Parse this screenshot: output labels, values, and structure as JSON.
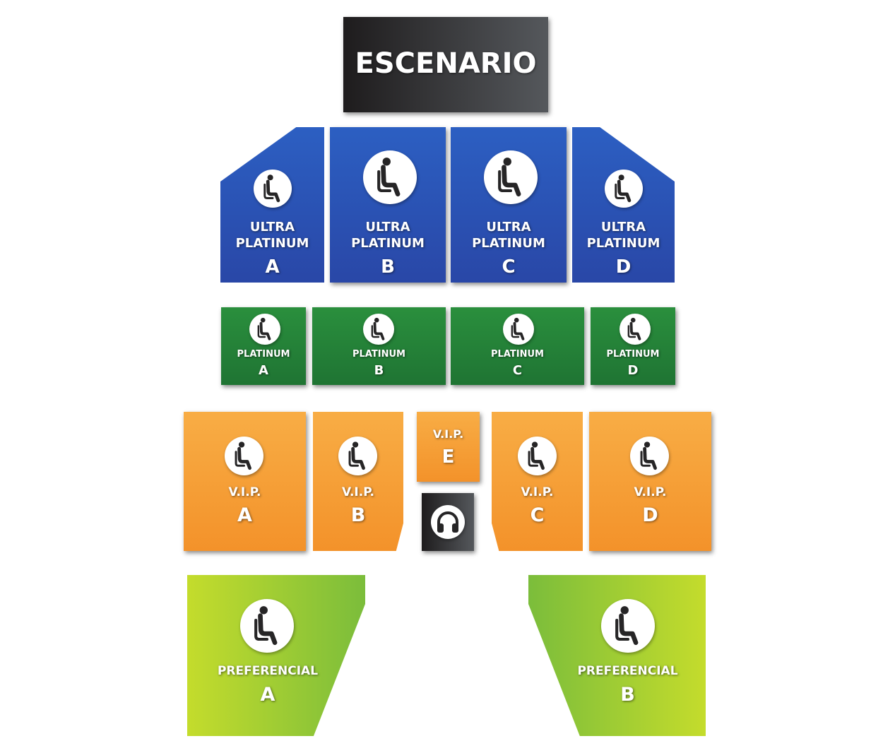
{
  "stage": {
    "label": "ESCENARIO"
  },
  "icons": {
    "seat": "seat-icon",
    "audio": "headphones-icon"
  },
  "colors": {
    "ultra_platinum": "#2a52b5",
    "platinum": "#26823a",
    "vip": "#f5a037",
    "preferencial": "#9fcb34",
    "stage": "#2f2e30"
  },
  "sections": {
    "ultra_a": {
      "line1": "ULTRA",
      "line2": "PLATINUM",
      "letter": "A"
    },
    "ultra_b": {
      "line1": "ULTRA",
      "line2": "PLATINUM",
      "letter": "B"
    },
    "ultra_c": {
      "line1": "ULTRA",
      "line2": "PLATINUM",
      "letter": "C"
    },
    "ultra_d": {
      "line1": "ULTRA",
      "line2": "PLATINUM",
      "letter": "D"
    },
    "plat_a": {
      "name": "PLATINUM",
      "letter": "A"
    },
    "plat_b": {
      "name": "PLATINUM",
      "letter": "B"
    },
    "plat_c": {
      "name": "PLATINUM",
      "letter": "C"
    },
    "plat_d": {
      "name": "PLATINUM",
      "letter": "D"
    },
    "vip_a": {
      "name": "V.I.P.",
      "letter": "A"
    },
    "vip_b": {
      "name": "V.I.P.",
      "letter": "B"
    },
    "vip_c": {
      "name": "V.I.P.",
      "letter": "C"
    },
    "vip_d": {
      "name": "V.I.P.",
      "letter": "D"
    },
    "vip_e": {
      "name": "V.I.P.",
      "letter": "E"
    },
    "pref_a": {
      "name": "PREFERENCIAL",
      "letter": "A"
    },
    "pref_b": {
      "name": "PREFERENCIAL",
      "letter": "B"
    }
  }
}
